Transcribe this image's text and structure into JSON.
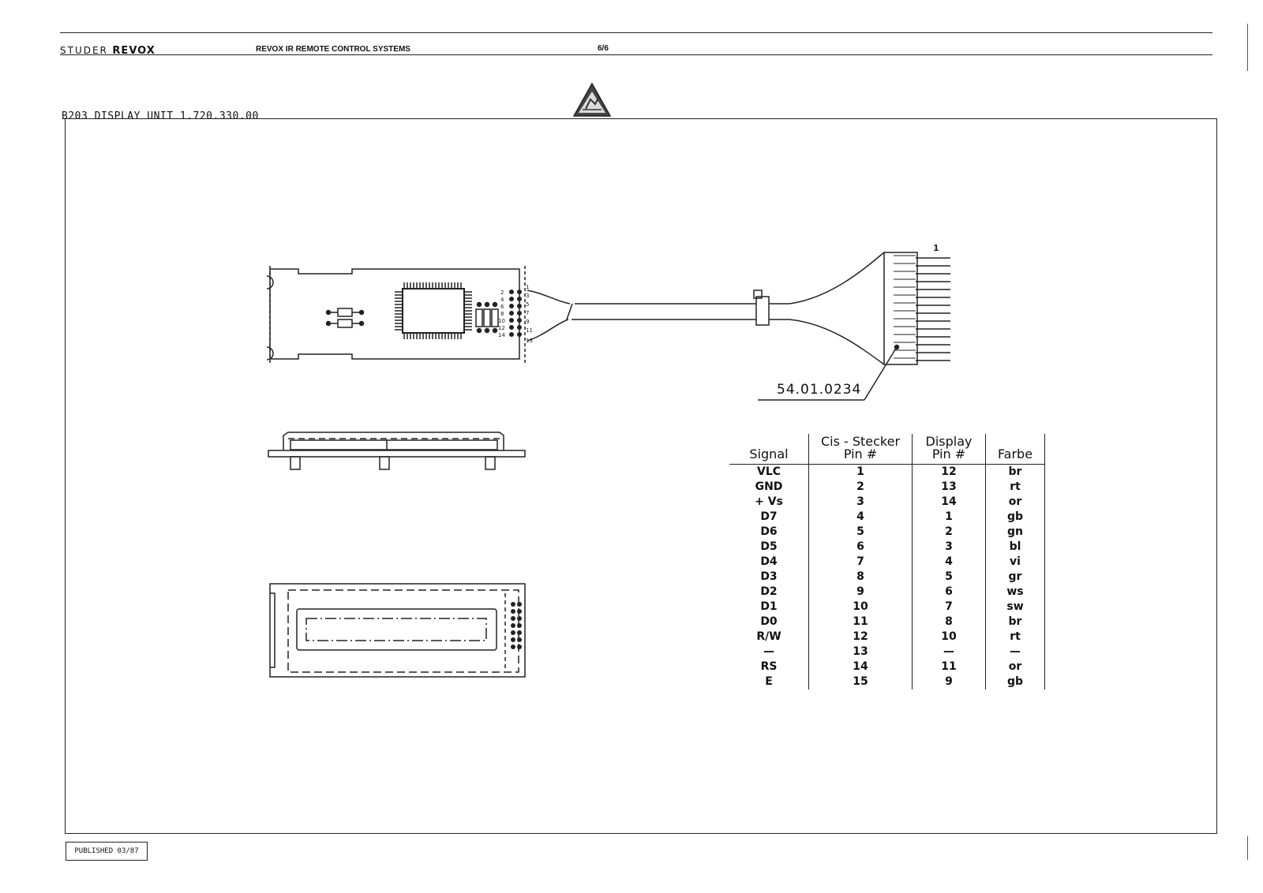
{
  "header": {
    "brand_left": "STUDER",
    "brand_right": "REVOX",
    "title": "REVOX IR REMOTE CONTROL SYSTEMS",
    "page": "6/6"
  },
  "unit_title": "B203 DISPLAY UNIT 1.720.330.00",
  "warning_symbol": "esd-warning-icon",
  "cable": {
    "part_number": "54.01.0234",
    "connector_pin_label": "1",
    "board_pin_labels": [
      "2",
      "4",
      "6",
      "8",
      "10",
      "12",
      "14",
      "1",
      "3",
      "5",
      "7",
      "9",
      "11",
      "13"
    ]
  },
  "pin_table": {
    "headers": {
      "signal": "Signal",
      "cis_line1": "Cis - Stecker",
      "cis_line2": "Pin #",
      "display_line1": "Display",
      "display_line2": "Pin #",
      "farbe": "Farbe"
    },
    "rows": [
      {
        "signal": "VLC",
        "cis": "1",
        "display": "12",
        "farbe": "br"
      },
      {
        "signal": "GND",
        "cis": "2",
        "display": "13",
        "farbe": "rt"
      },
      {
        "signal": "+ Vs",
        "cis": "3",
        "display": "14",
        "farbe": "or"
      },
      {
        "signal": "D7",
        "cis": "4",
        "display": "1",
        "farbe": "gb"
      },
      {
        "signal": "D6",
        "cis": "5",
        "display": "2",
        "farbe": "gn"
      },
      {
        "signal": "D5",
        "cis": "6",
        "display": "3",
        "farbe": "bl"
      },
      {
        "signal": "D4",
        "cis": "7",
        "display": "4",
        "farbe": "vi"
      },
      {
        "signal": "D3",
        "cis": "8",
        "display": "5",
        "farbe": "gr"
      },
      {
        "signal": "D2",
        "cis": "9",
        "display": "6",
        "farbe": "ws"
      },
      {
        "signal": "D1",
        "cis": "10",
        "display": "7",
        "farbe": "sw"
      },
      {
        "signal": "D0",
        "cis": "11",
        "display": "8",
        "farbe": "br"
      },
      {
        "signal": "R/W",
        "cis": "12",
        "display": "10",
        "farbe": "rt"
      },
      {
        "signal": "—",
        "cis": "13",
        "display": "—",
        "farbe": "—"
      },
      {
        "signal": "RS",
        "cis": "14",
        "display": "11",
        "farbe": "or"
      },
      {
        "signal": "E",
        "cis": "15",
        "display": "9",
        "farbe": "gb"
      }
    ]
  },
  "footer": {
    "published": "PUBLISHED 03/87"
  }
}
